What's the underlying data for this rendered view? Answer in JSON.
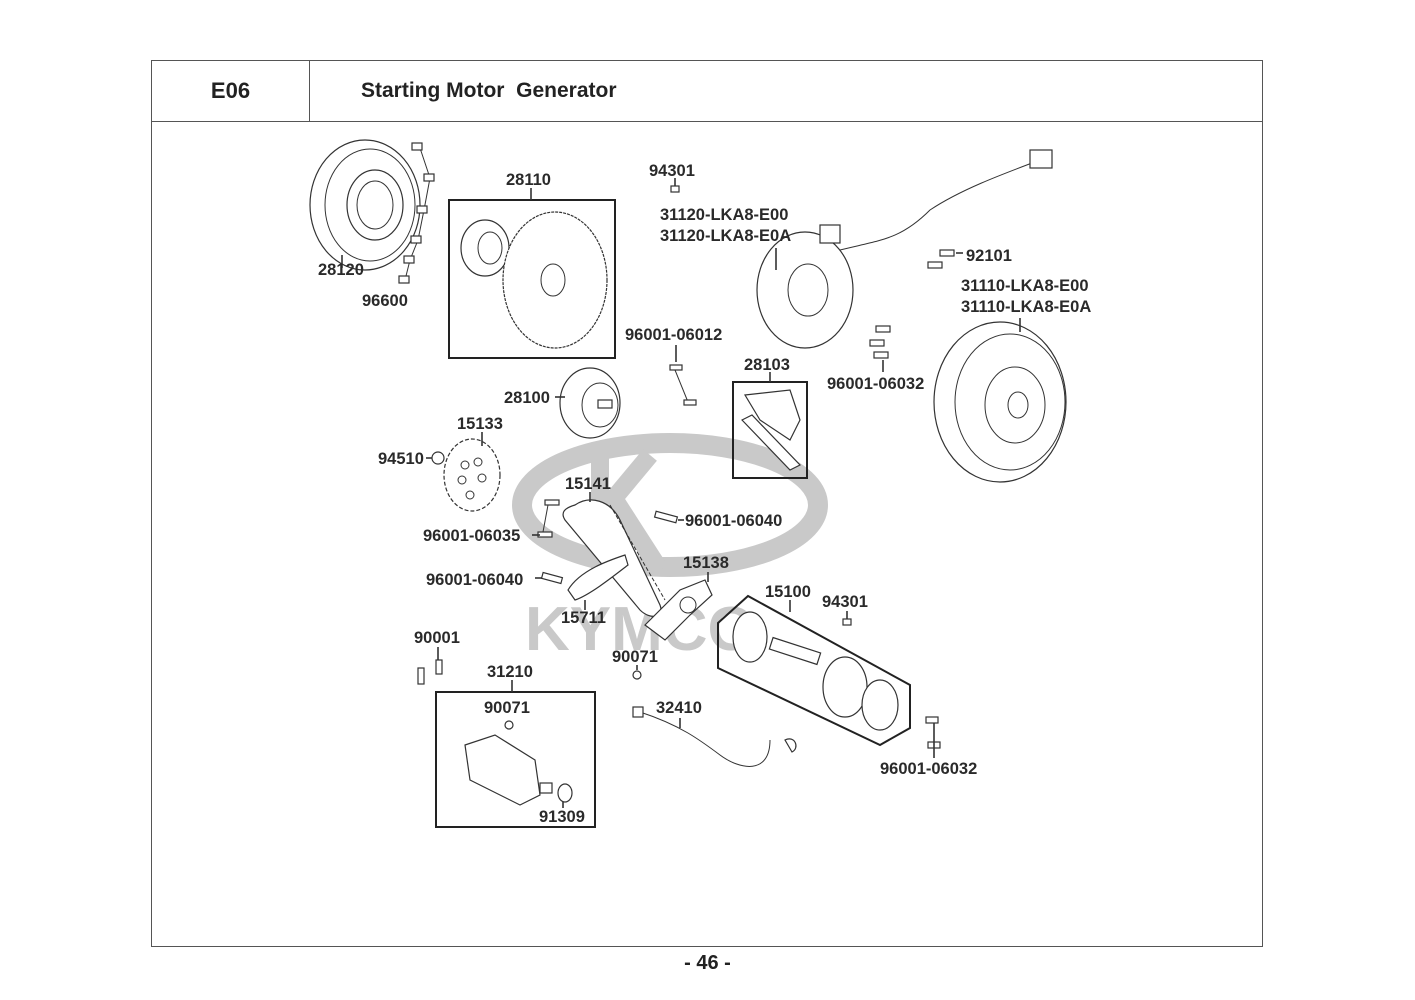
{
  "header": {
    "section_code": "E06",
    "title": "Starting Motor  Generator"
  },
  "watermark": {
    "brand": "KYMCO"
  },
  "parts": {
    "p28120": "28120",
    "p96600": "96600",
    "p28110": "28110",
    "p94301_top": "94301",
    "p31120_e00": "31120-LKA8-E00",
    "p31120_e0a": "31120-LKA8-E0A",
    "p92101": "92101",
    "p31110_e00": "31110-LKA8-E00",
    "p31110_e0a": "31110-LKA8-E0A",
    "p96001_06012": "96001-06012",
    "p28103": "28103",
    "p96001_06032_top": "96001-06032",
    "p28100": "28100",
    "p15133": "15133",
    "p94510": "94510",
    "p15141": "15141",
    "p96001_06040_right": "96001-06040",
    "p96001_06035": "96001-06035",
    "p96001_06040_left": "96001-06040",
    "p15711": "15711",
    "p15138": "15138",
    "p15100": "15100",
    "p94301_bottom": "94301",
    "p90001": "90001",
    "p90071_mid": "90071",
    "p31210": "31210",
    "p90071_box": "90071",
    "p32410": "32410",
    "p91309": "91309",
    "p96001_06032_bottom": "96001-06032"
  },
  "footer": {
    "page_number": "- 46 -"
  }
}
